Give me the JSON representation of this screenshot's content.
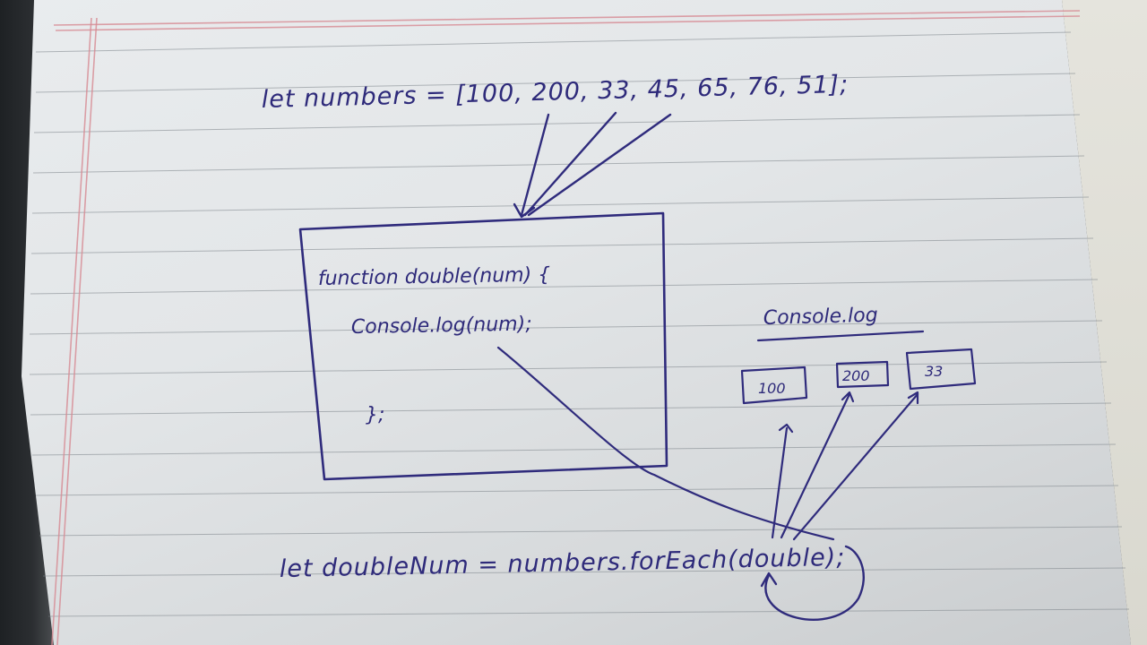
{
  "notebook": {
    "line1": "let numbers = [100, 200, 33, 45, 65, 76, 51];",
    "function_line1": "function double(num) {",
    "function_line2": "Console.log(num);",
    "function_line3": "};",
    "console_heading": "Console.log",
    "outputs": [
      "100",
      "200",
      "33"
    ],
    "bottom_line": "let doubleNum = numbers.forEach(double);"
  },
  "colors": {
    "ink": "#2f2b7c",
    "paper": "#e6e9eb",
    "rule": "#7d848a",
    "margin": "#d78a93"
  }
}
